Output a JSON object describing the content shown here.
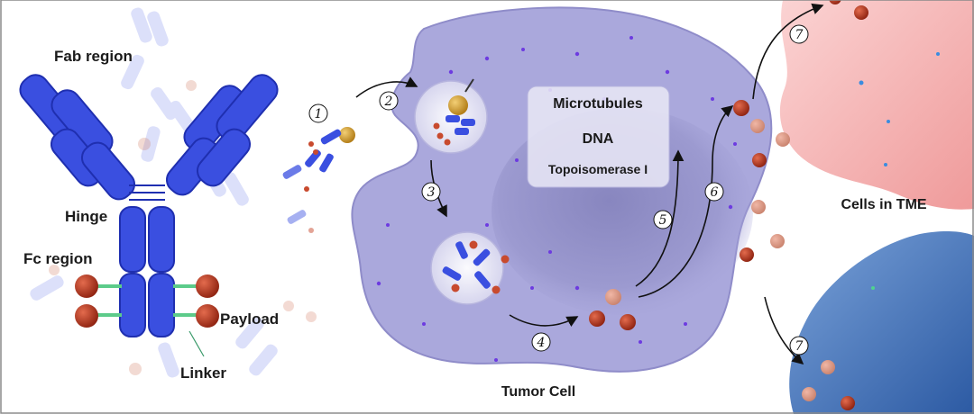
{
  "labels": {
    "fab_region": "Fab region",
    "hinge": "Hinge",
    "fc_region": "Fc region",
    "payload": "Payload",
    "linker": "Linker",
    "tumor_cell": "Tumor Cell",
    "cells_in_tme": "Cells in TME"
  },
  "targets_box": {
    "line1": "Microtubules",
    "line2": "DNA",
    "line3": "Topoisomerase I"
  },
  "steps": [
    "1",
    "2",
    "3",
    "4",
    "5",
    "6",
    "7",
    "7"
  ],
  "colors": {
    "antibody_blue": "#3a4fe0",
    "antibody_blue_dark": "#1f2fb0",
    "payload_red": "#b7331c",
    "linker_green": "#5ccb8a",
    "tumor_cell": "#a9a6dd",
    "tme_cell_pink": "#f4a8a8",
    "tme_cell_blue": "#4a78bf"
  }
}
